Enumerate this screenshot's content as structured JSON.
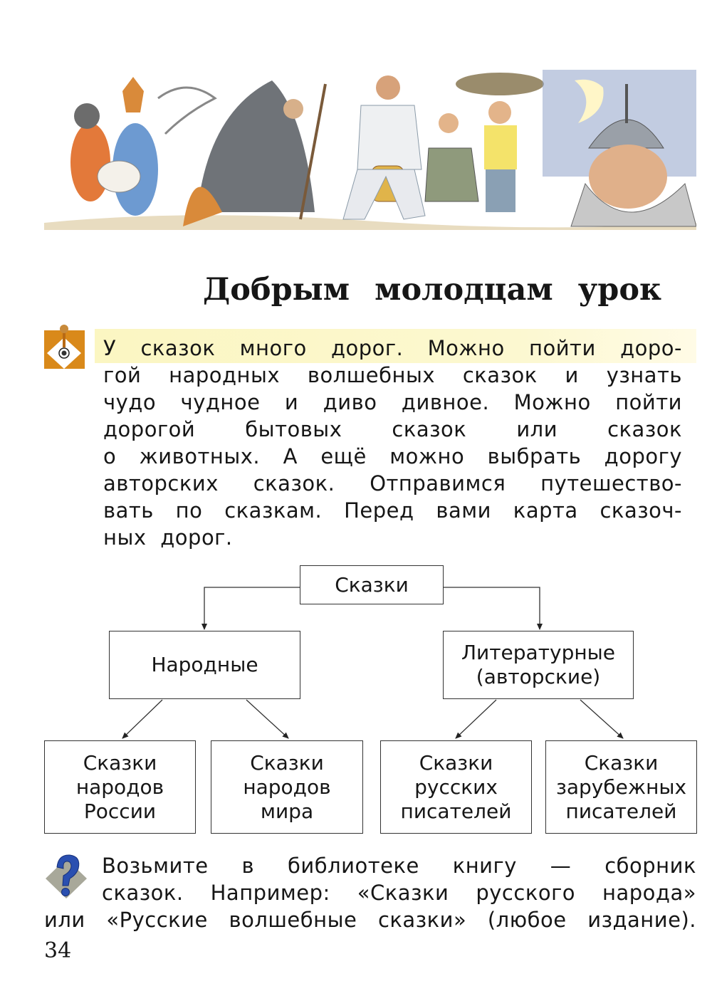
{
  "title": "Добрым молодцам урок",
  "intro": {
    "icon": "attention-pin-icon",
    "lines": [
      "У сказок много дорог. Можно пойти доро-",
      "гой народных волшебных сказок и узнать",
      "чудо чудное и диво дивное. Можно пойти",
      "дорогой бытовых сказок или сказок",
      "о животных. А ещё можно выбрать дорогу",
      "авторских сказок. Отправимся путешество-",
      "вать по сказкам. Перед вами карта сказоч-",
      "ных дорог."
    ]
  },
  "diagram": {
    "root": "Сказки",
    "folk": "Народные",
    "literary": [
      "Литературные",
      "(авторские)"
    ],
    "leaves": [
      [
        "Сказки",
        "народов",
        "России"
      ],
      [
        "Сказки",
        "народов",
        "мира"
      ],
      [
        "Сказки",
        "русских",
        "писателей"
      ],
      [
        "Сказки",
        "зарубежных",
        "писателей"
      ]
    ]
  },
  "task": {
    "icon": "question-icon",
    "lines": [
      "Возьмите в библиотеке книгу — сборник",
      "сказок. Например: «Сказки русского народа»",
      "или «Русские волшебные сказки» (любое издание)."
    ]
  },
  "page_number": "34"
}
